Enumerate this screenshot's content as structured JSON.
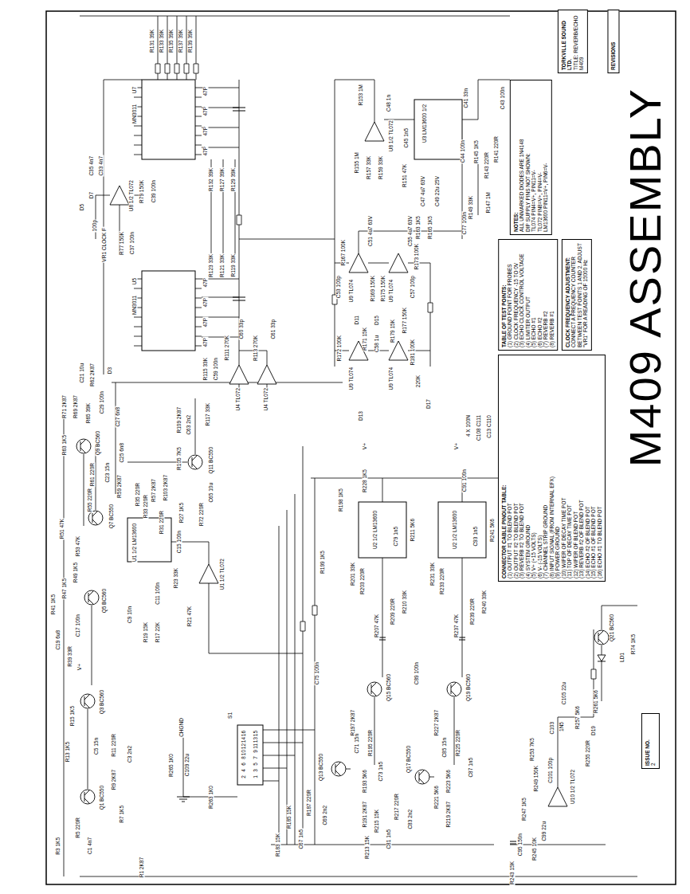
{
  "diagram": {
    "title": "M409 ASSEMBLY",
    "nodes": [
      {
        "text": [
          "TORKVILLE SOUND LTD.",
          "TITLE: REVERB/ECHO",
          "M409"
        ]
      },
      {
        "text": [
          "REVISIONS"
        ]
      },
      {
        "text": [
          "NOTES:",
          "ALL UNMARKED DIODES ARE 1N4148",
          "DIP SUPPLY PINS NOT SHOWN:",
          "TL074 PIN4=V+, PIN11=V-",
          "TL072 PIN8=V+, PIN4=V-",
          "LM13600 PIN11=V+, PIN6=V-"
        ]
      },
      {
        "text": [
          "TABLE OF TEST POINTS:",
          "(1) GROUND POINT FOR PROBES",
          "(2) CLOCK FREQUENCY -15 TO 0V",
          "(3) ECHO CLOCK CONTROL VOLTAGE",
          "(4) LIMITER OUTPUT",
          "(5) ECHO #1",
          "(6) ECHO #2",
          "(7) REVERB #2",
          "(8) REVERB #1"
        ]
      },
      {
        "text": [
          "CLOCK FREQUENCY ADJUSTMENT:",
          "CONNECT A FREQUENCY COUNTER BETWEEN TEST POINTS 1 AND 2. ADJUST \"VR1\" FOR A READING OF 15000 Hz"
        ]
      },
      {
        "text": [
          "CONNECTOR CABLE PINOUT TABLE:",
          "(1) OUTPUT #1 TO BLEND POT",
          "(2) OUTPUT #2 TO BLEND POT",
          "(3) REVERB #2 TO BLEND POT",
          "(4) SYSTEM GROUND",
          "(5) V+ (+15 VOLTS)",
          "(6) V- (-15 VOLTS)",
          "(7) CHANNEL STRIP GROUND",
          "(8) INPUT SIGNAL (FROM INTERNAL EFX)",
          "(9) POWER GROUND",
          "(10) WIPER OF DECAY TIME POT",
          "(11) TOP OF DECAY TIME POT",
          "(12) WIPER OF BLEND POT",
          "(13) REVERB #2 OF BLEND POT",
          "(14) ECHO #2 OF BLEND POT",
          "(15) ECHO #1 OF BLEND POT",
          "(16) ECHO #1 TO BLEND POT"
        ]
      },
      {
        "text": [
          "ISSUE NO.",
          "2"
        ]
      }
    ],
    "labels": [
      "R131 39K",
      "R133 39K",
      "R135 39K",
      "R137 39K",
      "R139 39K",
      "47P",
      "47P",
      "47P",
      "47P",
      "U7",
      "MN3011",
      "R132 39K",
      "R127 39K",
      "R129 39K",
      "C35 4n7",
      "C33 4n7",
      "D7",
      "D5",
      "U8 1/2 TL072",
      "R79 150K",
      "C39 100n",
      "VR1 CLOCK F",
      "100p",
      "R77 150K",
      "C37 100n",
      "R123 33K",
      "R121 33K",
      "R119 33K",
      "47P",
      "47P",
      "47P",
      "47P",
      "U5",
      "MN3011",
      "C21 10u",
      "R62 2K87",
      "R71 2K87",
      "R69 2K87",
      "D3",
      "C29 100n",
      "C27 6n8",
      "R115 33K",
      "C59 100n",
      "R111 270K",
      "R113 270K",
      "C60 33p",
      "C61 33p",
      "U4 TL072",
      "U4 TL072",
      "R109 2K87",
      "R117 33K",
      "C63 2n2",
      "R105 7K5",
      "Q11 BC550",
      "C65 10u",
      "R72 220R",
      "R103 2K87",
      "Q9 BC560",
      "R63 1K5",
      "R65 39K",
      "C23 15n",
      "R61 220R",
      "R59 2K87",
      "C25 6n8",
      "R57 2K87",
      "Q7 BC550",
      "R55 220R",
      "R51 47K",
      "R53 47K",
      "Q5 BC560",
      "R49 1K5",
      "R47 1K5",
      "R41 1K5",
      "C17 100n",
      "C19 6u8",
      "R39 33R",
      "U1 1/2 LM13600",
      "R35 220R",
      "R33 220R",
      "R31 220R",
      "R27 1K5",
      "C15 100n",
      "R23 33K",
      "C11 100n",
      "C9 10n",
      "R21 47K",
      "R19 15K",
      "R17 22K",
      "U1 1/2 TL072",
      "Q3 BC560",
      "R15 1K5",
      "C5 15n",
      "R13 1K5",
      "Q1 BC550",
      "R11 220R",
      "C3 2n2",
      "R9 2K87",
      "R7 1K5",
      "R5 220R",
      "C1 4n7",
      "R3 1K5",
      "R1 2K87",
      "CHGND",
      "S1",
      "1",
      "2",
      "3",
      "4",
      "5",
      "6",
      "7",
      "8",
      "9",
      "10",
      "11",
      "12",
      "13",
      "14",
      "15",
      "16",
      "R265 1K0",
      "C109 22u",
      "R263 1K0",
      "C75 100n",
      "R199 1K5",
      "R197 2K87",
      "Q15 BC560",
      "R195 220R",
      "C73 1n5",
      "R193 5K6",
      "C71 15n",
      "Q13 BC550",
      "R191 2K87",
      "R187 220R",
      "C69 2n2",
      "C67 1n5",
      "R185 15K",
      "R183 15K",
      "Q19 BC560",
      "R227 2K87",
      "C85 15n",
      "R225 220R",
      "C87 1n5",
      "R223 5K6",
      "Q17 BC550",
      "R219 2K87",
      "R217 220R",
      "R221 5K6",
      "C83 2n2",
      "C81 1n5",
      "R215 15K",
      "R213 15K",
      "U2 1/2 LM13600",
      "R201 33K",
      "R203 220R",
      "R207 47K",
      "R209 220R",
      "R210 33K",
      "R211 5K6",
      "C79 1n5",
      "R198 1K5",
      "R228 1K5",
      "U2 1/2 LM13600",
      "R231 33K",
      "R233 220R",
      "R237 47K",
      "R239 220R",
      "R240 33K",
      "R241 5K6",
      "C93 1n5",
      "C89 100n",
      "C91 100n",
      "4 X 100N",
      "C108 C111",
      "C13 C110",
      "Q21 BC560",
      "R74 1K5",
      "LD1",
      "C105 22u",
      "R261 5K6",
      "R257 5K6",
      "D19",
      "R255 220R",
      "1N5",
      "C103",
      "R253 7K5",
      "C101 100p",
      "U10 1/2 TL072",
      "R249 150K",
      "R247 1K5",
      "C99 22u",
      "C95 150n",
      "R245 10K",
      "R243 15K",
      "C41 33n",
      "C43 100n",
      "C44 100n",
      "R141 220R",
      "R143 220R",
      "R145 1K5",
      "R147 1M",
      "R149 33K",
      "R151 47K",
      "C45 1n5",
      "C77 100n",
      "U3 LM13600 1/2",
      "R153 1M",
      "C48 1n",
      "U8 1/2 TL072",
      "R155 1M",
      "R157 33K",
      "R159 33K",
      "C47 4u7 63V",
      "C49 22u 25V",
      "R163 1K5",
      "R165 1K5",
      "C51 4u7 63V",
      "R167 100K",
      "C53 100p",
      "U9 TL074",
      "R169 150K",
      "C55 4u7 63V",
      "R175 150K",
      "R173 100K",
      "U9 TL074",
      "C57 100p",
      "D11",
      "D15",
      "R171 15K",
      "R179 15K",
      "R177 150K",
      "C58 1u",
      "R172 100K",
      "U9 TL074",
      "U9 TL074",
      "R181 100K",
      "220K",
      "D17",
      "D13",
      "V+",
      "V+",
      "V+"
    ]
  }
}
